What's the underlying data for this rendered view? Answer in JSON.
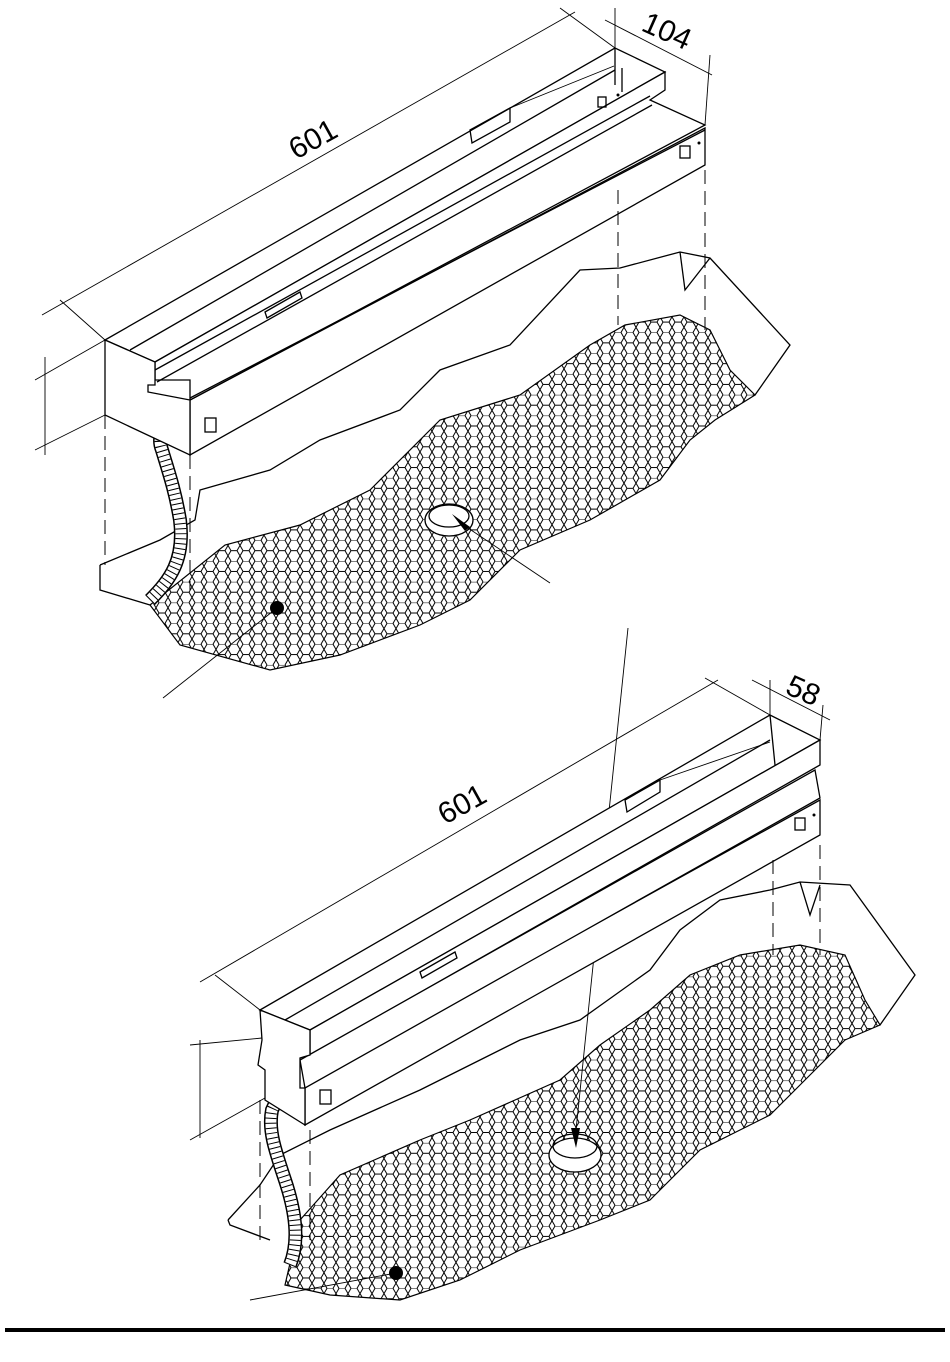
{
  "colors": {
    "line": "#000000",
    "background": "#ffffff"
  },
  "top_unit": {
    "length_label": "601",
    "depth_label": "104"
  },
  "bottom_unit": {
    "length_label": "601",
    "depth_label": "58"
  }
}
